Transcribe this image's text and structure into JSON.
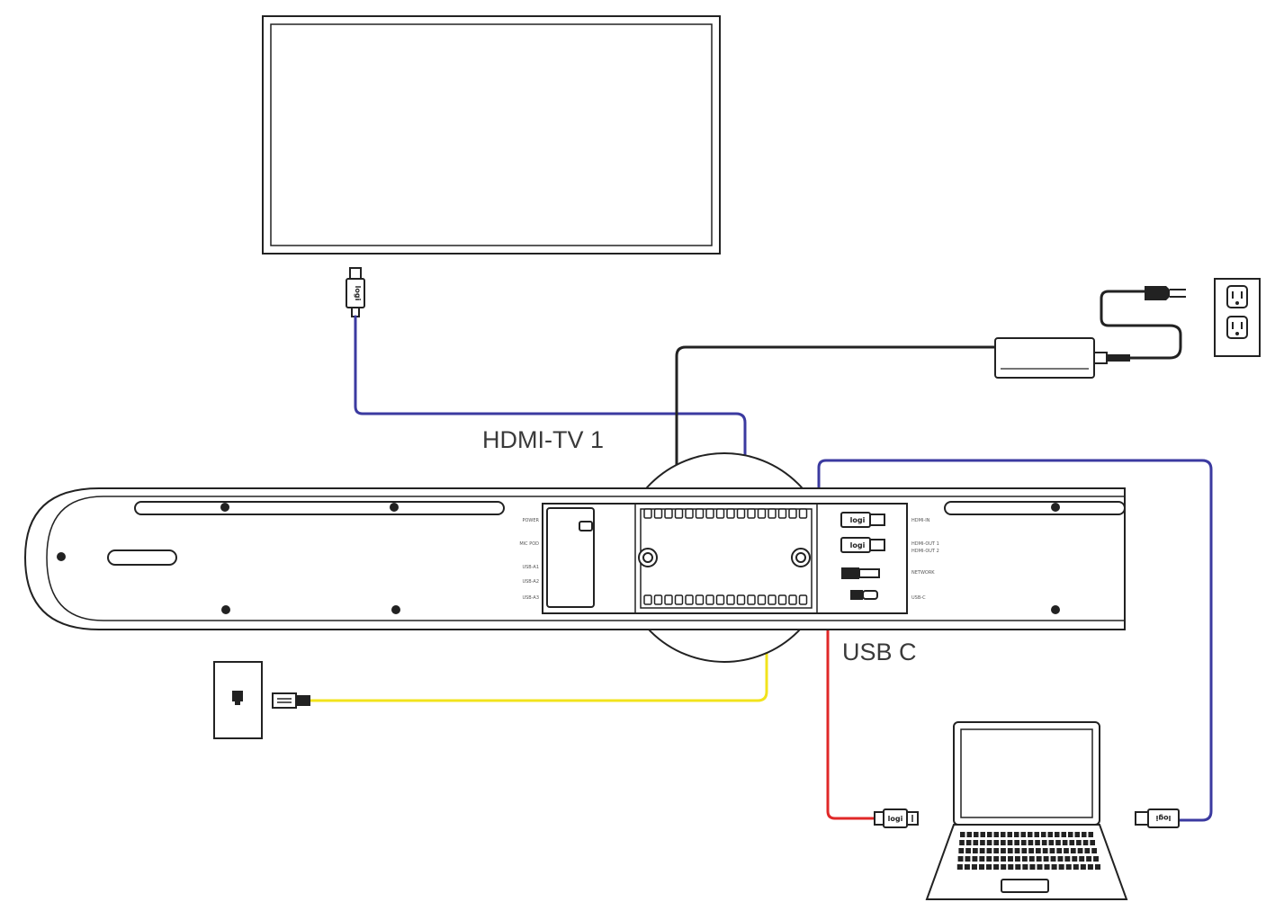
{
  "labels": {
    "hdmi_tv": "HDMI-TV 1",
    "usb_c": "USB C"
  },
  "connector_brand": "logi",
  "bar_ports_left": [
    "POWER",
    "MIC POD",
    "USB-A1",
    "USB-A2",
    "USB-A3"
  ],
  "bar_ports_right": [
    "HDMI-IN",
    "HDMI-OUT 1",
    "HDMI-OUT 2",
    "NETWORK",
    "USB-C"
  ],
  "colors": {
    "hdmi_cable": "#3b3aa0",
    "power_cable": "#222222",
    "network_cable": "#f2e31c",
    "usb_cable": "#e02828"
  },
  "icons": [
    "tv-display-icon",
    "power-adapter-icon",
    "wall-outlet-icon",
    "ethernet-wall-jack-icon",
    "laptop-icon",
    "video-bar-icon"
  ]
}
